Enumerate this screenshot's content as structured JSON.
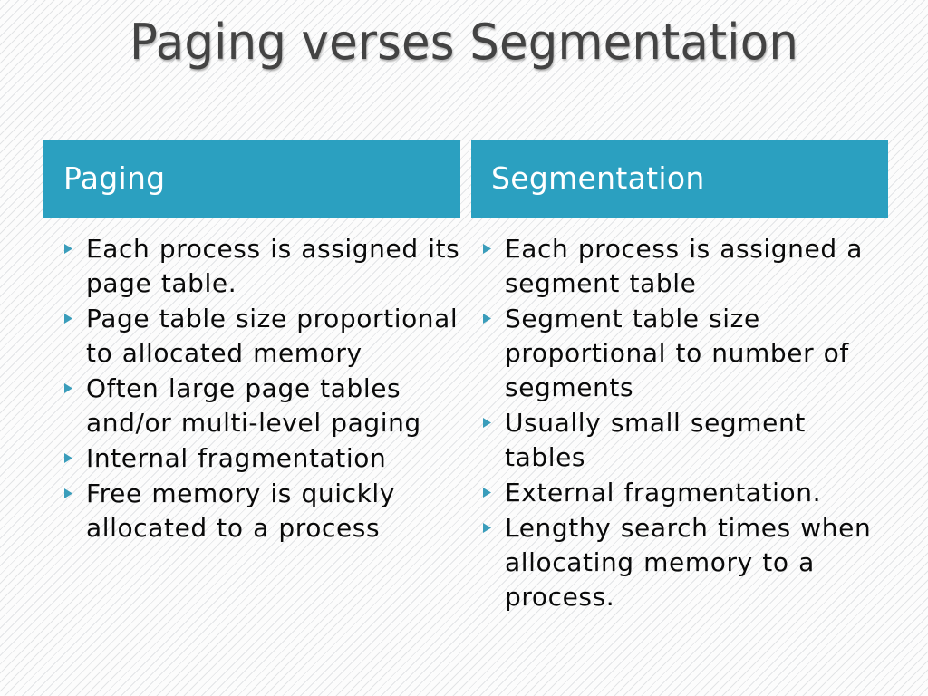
{
  "slide": {
    "title": "Paging verses Segmentation",
    "background_color": "#fcfcfc",
    "accent_color": "#2ba0c0",
    "title_color": "#434343",
    "bullet_marker_color": "#3a9dbb",
    "bullet_glyph": "triangle-right"
  },
  "columns": [
    {
      "header": "Paging",
      "bullets": [
        "Each process is assigned its page table.",
        "Page table size proportional to allocated memory",
        "Often large page tables and/or multi-level paging",
        "Internal fragmentation",
        "Free memory is quickly allocated to a process"
      ]
    },
    {
      "header": "Segmentation",
      "bullets": [
        "Each process is assigned a segment table",
        "Segment table size proportional to number of segments",
        "Usually small segment tables",
        "External fragmentation.",
        "Lengthy search times when allocating memory to a process."
      ]
    }
  ]
}
